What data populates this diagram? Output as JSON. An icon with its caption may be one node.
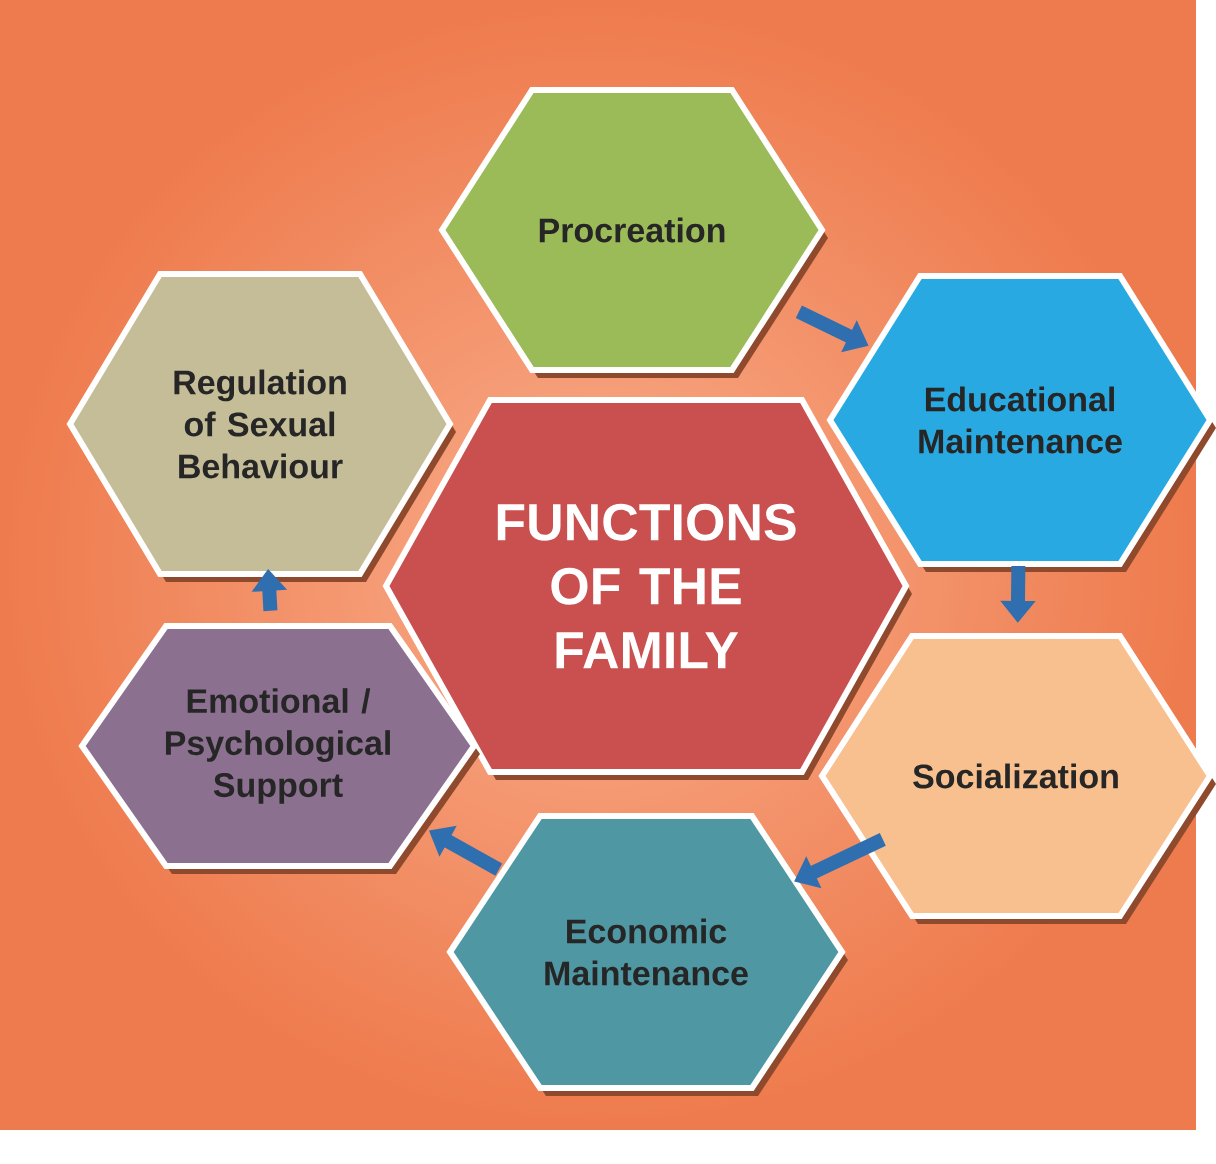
{
  "diagram": {
    "nodes": [
      {
        "text": [
          "FUNCTIONS OF THE FAMILY"
        ]
      },
      {
        "text": [
          "Procreation"
        ]
      },
      {
        "text": [
          "Educational Maintenance"
        ]
      },
      {
        "text": [
          "Socialization"
        ]
      },
      {
        "text": [
          "Economic Maintenance"
        ]
      },
      {
        "text": [
          "Emotional / Psychological Support"
        ]
      },
      {
        "text": [
          "Regulation of Sexual Behaviour"
        ]
      }
    ],
    "edges": [
      {
        "from": 1,
        "to": 2,
        "arrow": "to"
      },
      {
        "from": 2,
        "to": 3,
        "arrow": "to"
      },
      {
        "from": 3,
        "to": 4,
        "arrow": "to"
      },
      {
        "from": 4,
        "to": 5,
        "arrow": "to"
      },
      {
        "from": 5,
        "to": 6,
        "arrow": "to"
      }
    ]
  }
}
